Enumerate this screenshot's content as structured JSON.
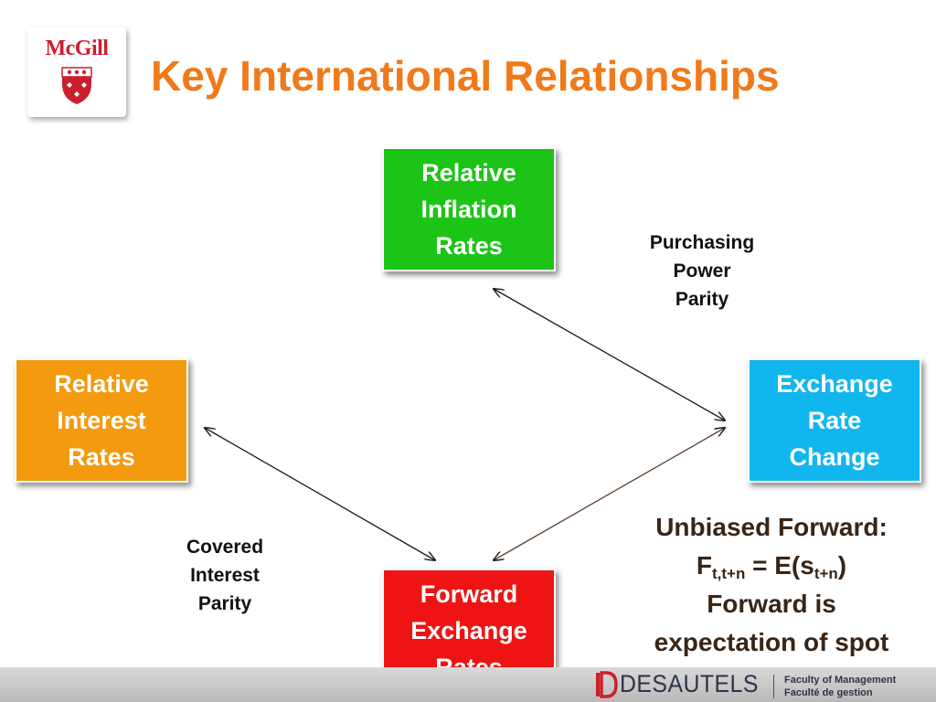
{
  "header": {
    "logo_text": "McGill",
    "title": "Key International Relationships"
  },
  "boxes": {
    "inflation": {
      "lines": [
        "Relative",
        "Inflation",
        "Rates"
      ],
      "color": "#1cc416"
    },
    "interest": {
      "lines": [
        "Relative",
        "Interest",
        "Rates"
      ],
      "color": "#f39a0f"
    },
    "exchange": {
      "lines": [
        "Exchange",
        "Rate",
        "Change"
      ],
      "color": "#12b6ef"
    },
    "forward": {
      "lines": [
        "Forward",
        "Exchange",
        "Rates"
      ],
      "color": "#ee1414"
    }
  },
  "labels": {
    "ppp": [
      "Purchasing",
      "Power",
      "Parity"
    ],
    "cip": [
      "Covered",
      "Interest",
      "Parity"
    ]
  },
  "unbiased_forward": {
    "line1": "Unbiased Forward:",
    "f": "F",
    "f_sub": "t,t+n",
    "eq": " = E(s",
    "s_sub": "t+n",
    "close": ")",
    "line3": "Forward is",
    "line4": "expectation of spot"
  },
  "footer": {
    "brand": "DESAUTELS",
    "faculty_en": "Faculty of Management",
    "faculty_fr": "Faculté de gestion"
  }
}
